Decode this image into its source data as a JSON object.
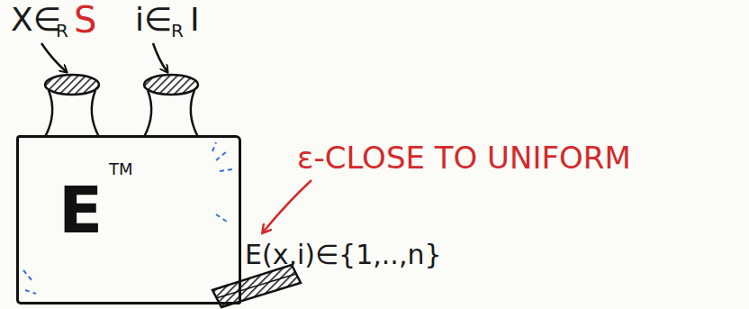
{
  "diagram": {
    "nodes": [
      {
        "text": [
          "E",
          "TM"
        ]
      }
    ],
    "labels": [
      "X∈",
      "R",
      "S",
      "i∈",
      "R",
      "I",
      "E(x,i)∈{1,..,n}",
      "ε-CLOSE TO UNIFORM"
    ]
  }
}
